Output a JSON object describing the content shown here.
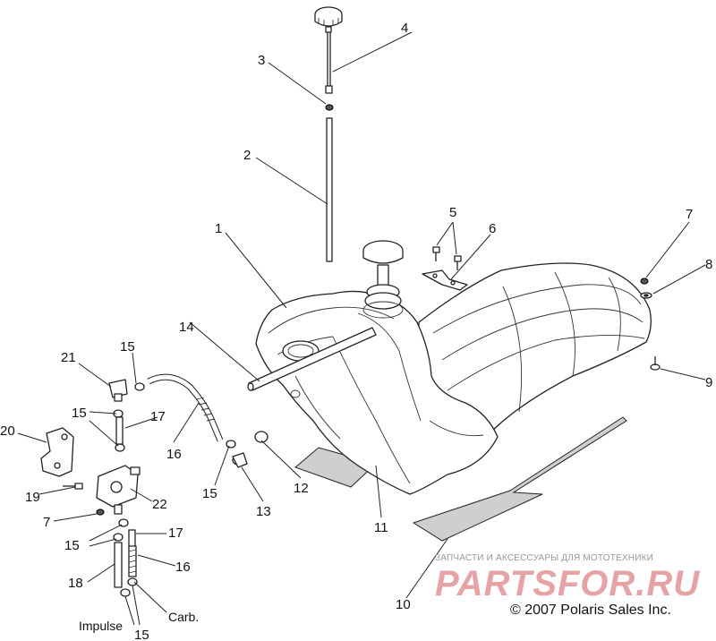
{
  "callouts": {
    "c1": "1",
    "c2": "2",
    "c3": "3",
    "c4": "4",
    "c5": "5",
    "c6": "6",
    "c7a": "7",
    "c7b": "7",
    "c8": "8",
    "c9": "9",
    "c10": "10",
    "c11": "11",
    "c12": "12",
    "c13": "13",
    "c14": "14",
    "c15a": "15",
    "c15b": "15",
    "c15c": "15",
    "c15d": "15",
    "c15e": "15",
    "c16a": "16",
    "c16b": "16",
    "c17a": "17",
    "c17b": "17",
    "c18": "18",
    "c19": "19",
    "c20": "20",
    "c21": "21",
    "c22": "22"
  },
  "labels": {
    "impulse": "Impulse",
    "carb": "Carb."
  },
  "watermark": {
    "tagline": "ЗАПЧАСТИ И АКСЕССУАРЫ ДЛЯ МОТОТЕХНИКИ",
    "logo": "PARTSFOR.RU"
  },
  "copyright": "© 2007 Polaris Sales Inc."
}
